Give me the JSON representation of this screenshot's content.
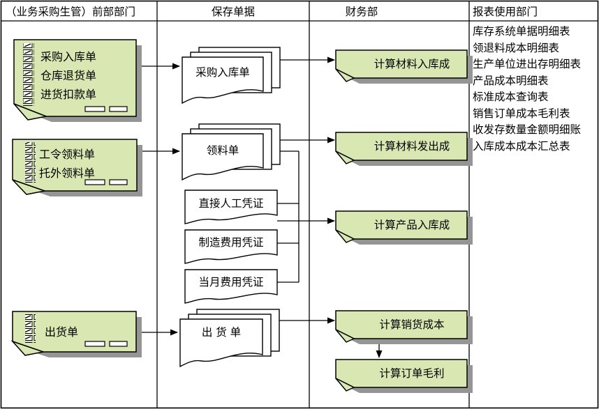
{
  "header": {
    "col1": "（业务采购生管）前部部门",
    "col2": "保存单据",
    "col3": "财务部",
    "col4": "报表使用部门"
  },
  "source_notes": [
    {
      "name": "purchase-note",
      "lines": [
        "采购入库单",
        "仓库退货单",
        "进货扣款单"
      ]
    },
    {
      "name": "material-note",
      "lines": [
        "工令领料单",
        "托外领料单"
      ]
    },
    {
      "name": "shipment-note",
      "lines": [
        "出货单"
      ]
    }
  ],
  "documents": [
    {
      "name": "purchase-receipt-stack",
      "label": "采购入库单",
      "type": "stack"
    },
    {
      "name": "material-requisition-stack",
      "label": "领料单",
      "type": "stack"
    },
    {
      "name": "direct-labor-voucher",
      "label": "直接人工凭证",
      "type": "single"
    },
    {
      "name": "manufacturing-overhead-voucher",
      "label": "制造费用凭证",
      "type": "single"
    },
    {
      "name": "monthly-expense-voucher",
      "label": "当月费用凭证",
      "type": "single"
    },
    {
      "name": "shipment-order-stack",
      "label": "出 货 单",
      "type": "stack"
    }
  ],
  "finance_steps": [
    "计算材料入库成",
    "计算材料发出成",
    "计算产品入库成",
    "计算销货成本",
    "计算订单毛利"
  ],
  "reports": [
    "库存系统单据明细表",
    "领退料成本明细表",
    "生产单位进出存明细表",
    "产品成本明细表",
    "标准成本查询表",
    "销售订单成本毛利表",
    "收发存数量金额明细账",
    "入库成本成本汇总表"
  ],
  "colors": {
    "note_fill": "#d9e7b2",
    "shadow": "#959595",
    "sheet_fill": "#ffffff",
    "line": "#000000"
  }
}
